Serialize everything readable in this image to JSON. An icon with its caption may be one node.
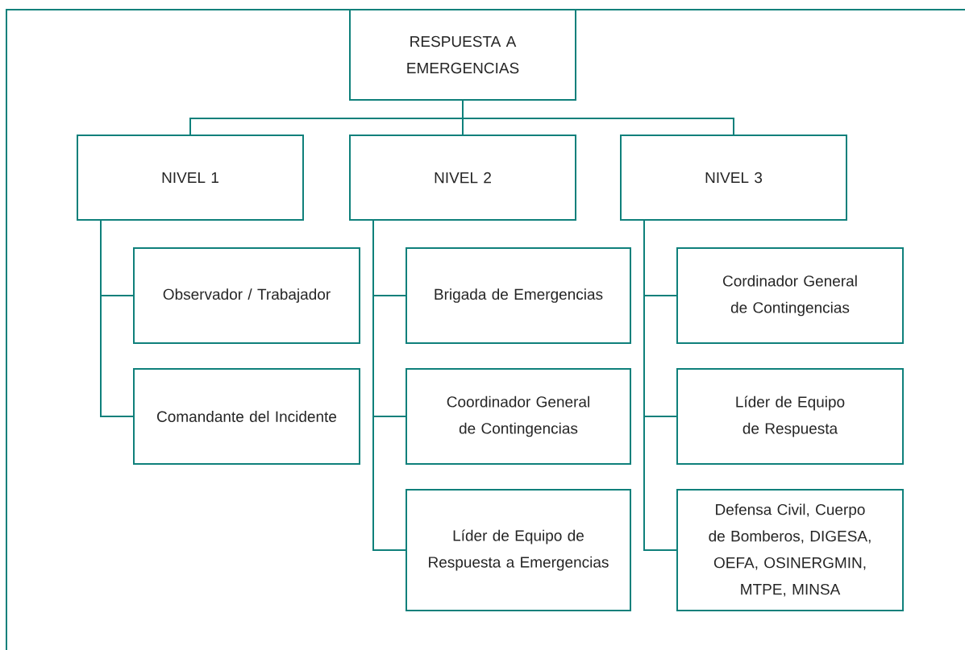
{
  "diagram": {
    "nodes": [
      {
        "text": [
          "RESPUESTA A EMERGENCIAS"
        ]
      },
      {
        "text": [
          "NIVEL 1"
        ]
      },
      {
        "text": [
          "NIVEL 2"
        ]
      },
      {
        "text": [
          "NIVEL 3"
        ]
      },
      {
        "text": [
          "Observador / Trabajador"
        ]
      },
      {
        "text": [
          "Brigada de Emergencias"
        ]
      },
      {
        "text": [
          "Cordinador General de Contingencias"
        ]
      },
      {
        "text": [
          "Comandante del Incidente"
        ]
      },
      {
        "text": [
          "Coordinador General de Contingencias"
        ]
      },
      {
        "text": [
          "Líder de Equipo de Respuesta"
        ]
      },
      {
        "text": [
          "Líder de Equipo de Respuesta a Emergencias"
        ]
      },
      {
        "text": [
          "Defensa Civil, Cuerpo de Bomberos, DIGESA, OEFA, OSINERGMIN, MTPE, MINSA"
        ]
      }
    ],
    "edges": [
      {
        "from": 0,
        "to": 1,
        "arrow": "none"
      },
      {
        "from": 0,
        "to": 2,
        "arrow": "none"
      },
      {
        "from": 0,
        "to": 3,
        "arrow": "none"
      },
      {
        "from": 1,
        "to": 4,
        "arrow": "none"
      },
      {
        "from": 1,
        "to": 7,
        "arrow": "none"
      },
      {
        "from": 2,
        "to": 5,
        "arrow": "none"
      },
      {
        "from": 2,
        "to": 8,
        "arrow": "none"
      },
      {
        "from": 2,
        "to": 10,
        "arrow": "none"
      },
      {
        "from": 3,
        "to": 6,
        "arrow": "none"
      },
      {
        "from": 3,
        "to": 9,
        "arrow": "none"
      },
      {
        "from": 3,
        "to": 11,
        "arrow": "none"
      }
    ]
  }
}
